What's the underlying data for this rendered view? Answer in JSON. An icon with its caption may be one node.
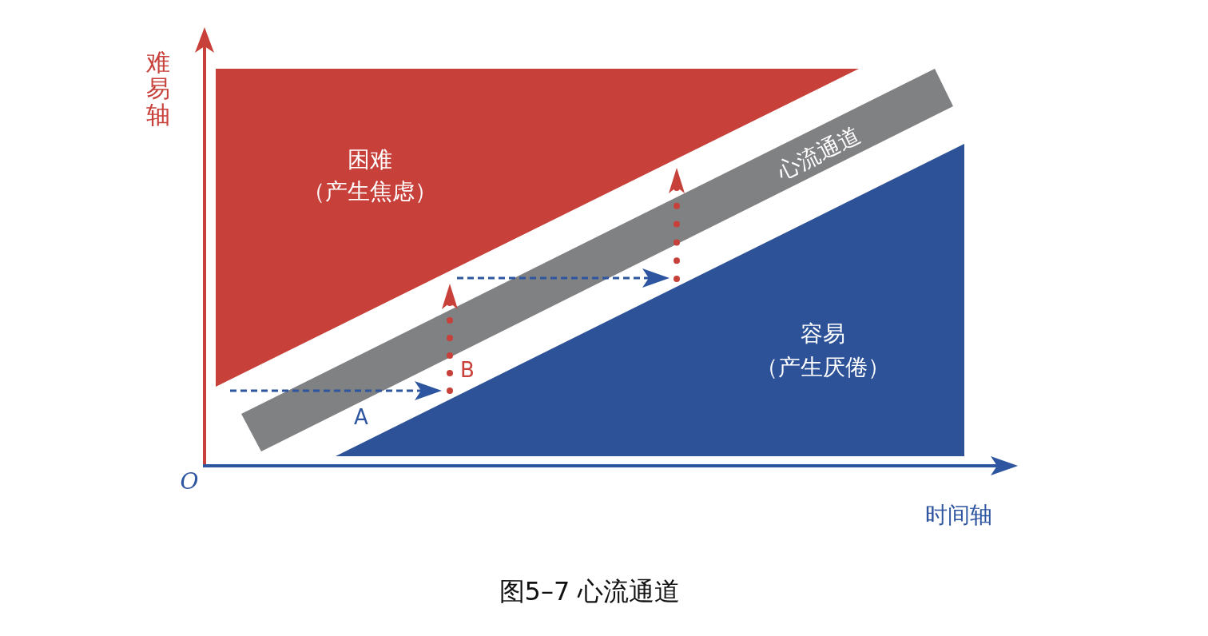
{
  "diagram": {
    "caption": "图5–7 心流通道",
    "nodes": [
      {
        "text": [
          "困难",
          "（产生焦虑）"
        ]
      },
      {
        "text": [
          "心流通道"
        ]
      },
      {
        "text": [
          "容易",
          "（产生厌倦）"
        ]
      }
    ],
    "labels": [
      "难易轴",
      "O",
      "时间轴",
      "A",
      "B"
    ]
  }
}
